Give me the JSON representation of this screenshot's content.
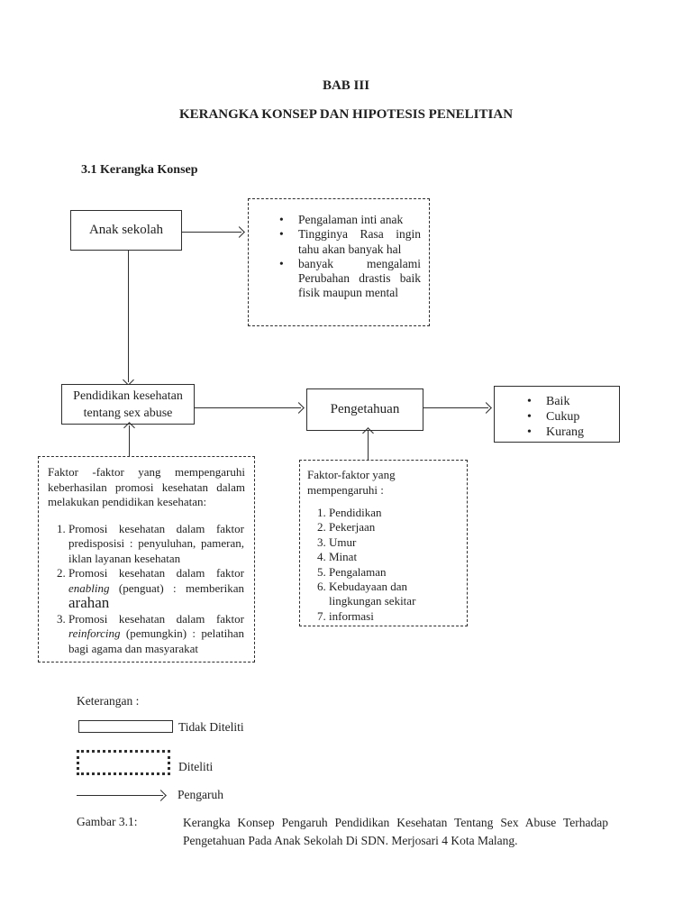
{
  "document": {
    "chapter": "BAB III",
    "title": "KERANGKA KONSEP DAN HIPOTESIS PENELITIAN",
    "section": "3.1 Kerangka Konsep"
  },
  "diagram": {
    "boxes": {
      "anak_sekolah": "Anak sekolah",
      "pendidikan": "Pendidikan kesehatan tentang sex abuse",
      "pengetahuan": "Pengetahuan"
    },
    "anak_characteristics": [
      "Pengalaman inti anak",
      "Tingginya Rasa ingin tahu akan banyak hal",
      "banyak mengalami Perubahan drastis baik fisik maupun mental"
    ],
    "outcome_levels": [
      "Baik",
      "Cukup",
      "Kurang"
    ],
    "promosi_box": {
      "intro": "Faktor -faktor yang mempengaruhi keberhasilan promosi kesehatan dalam melakukan pendidikan kesehatan:",
      "item1": "Promosi kesehatan dalam faktor predisposisi : penyuluhan, pameran, iklan layanan kesehatan",
      "item2_pre": "Promosi kesehatan dalam faktor ",
      "item2_italic": "enabling",
      "item2_mid": " (penguat) : memberikan ",
      "item2_emphasis": "arahan",
      "item3_pre": "Promosi kesehatan dalam faktor ",
      "item3_italic": "reinforcing",
      "item3_post": " (pemungkin) : pelatihan bagi agama dan masyarakat"
    },
    "pengetahuan_factors_box": {
      "intro": "Faktor-faktor yang mempengaruhi :",
      "items": [
        "Pendidikan",
        "Pekerjaan",
        "Umur",
        "Minat",
        "Pengalaman",
        "Kebudayaan dan lingkungan sekitar",
        "informasi"
      ]
    }
  },
  "legend": {
    "heading": "Keterangan :",
    "solid_box_label": "Tidak Diteliti",
    "dotted_box_label": "Diteliti",
    "arrow_label": "Pengaruh"
  },
  "caption": {
    "label": "Gambar 3.1:",
    "text": "Kerangka Konsep Pengaruh Pendidikan Kesehatan Tentang Sex Abuse Terhadap Pengetahuan Pada Anak Sekolah Di SDN. Merjosari 4 Kota Malang."
  },
  "colors": {
    "page_background": "#ffffff",
    "text": "#1f1f1f",
    "line": "#2e2e2e"
  }
}
